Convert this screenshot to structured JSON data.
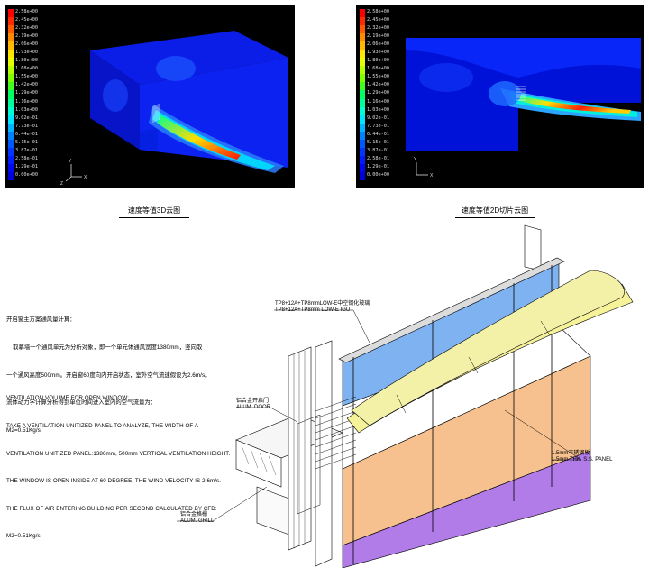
{
  "legend_values": [
    "2.58e+00",
    "2.45e+00",
    "2.32e+00",
    "2.19e+00",
    "2.06e+00",
    "1.93e+00",
    "1.80e+00",
    "1.68e+00",
    "1.55e+00",
    "1.42e+00",
    "1.29e+00",
    "1.16e+00",
    "1.03e+00",
    "9.02e-01",
    "7.73e-01",
    "6.44e-01",
    "5.15e-01",
    "3.87e-01",
    "2.58e-01",
    "1.29e-01",
    "0.00e+00"
  ],
  "legend_colors": [
    "#ff0000",
    "#ff2a00",
    "#ff5a00",
    "#ff8a00",
    "#ffba00",
    "#ffe600",
    "#e6ff00",
    "#b4ff00",
    "#80ff00",
    "#40ff20",
    "#00ff60",
    "#00ff9a",
    "#00ffd2",
    "#00e6ff",
    "#00b4ff",
    "#0082ff",
    "#0058ff",
    "#0036ff",
    "#001cff",
    "#0008f0",
    "#0000d8"
  ],
  "left_caption": "速度等值3D云图",
  "right_caption": "速度等值2D切片云图",
  "axis_labels": {
    "y": "Y",
    "x": "X",
    "z": "Z"
  },
  "chinese_note": [
    "开启窗主方案通风量计算：",
    "    取幕墙一个通风单元为分析对象，即一个单元体通风宽度1380mm，竖向取",
    "一个通风高度500mm。开启窗60度向内开启状态，室外空气流速假设为2.6m/s。",
    "流体动力学计算分析得到单位时间进入室内的空气流量为：",
    "M2=0.51Kg/s"
  ],
  "english_note": [
    "VENTILATION VOLUME FOR OPEN WINDOW:",
    "TAKE A VENTILATION UNITIZED PANEL TO ANALYZE, THE WIDTH OF A",
    "VENTILATION UNITIZED PANEL:1380mm, 500mm VERTICAL VENTILATION HEIGHT.",
    "THE WINDOW IS OPEN INSIDE AT 60 DEGREE, THE WIND VELOCITY IS 2.6m/s.",
    "THE FLUX OF AIR ENTERING BUILDING PER SECOND CALCULATED BY CFD:",
    "M2=0.51Kg/s"
  ],
  "labels": {
    "glass_cn": "TP8+12A+TP8mmLOW-E中空钢化玻璃",
    "glass_en": "TP8+12A+TP8mm LOW-E IGU",
    "door_cn": "铝合金开启门",
    "door_en": "ALUM. DOOR",
    "grill_cn": "铝合金格栅",
    "grill_en": "ALUM. GRILL",
    "panel_cn": "1.5mm不锈钢板",
    "panel_en": "1.5mm THK. S.S. PANEL"
  }
}
